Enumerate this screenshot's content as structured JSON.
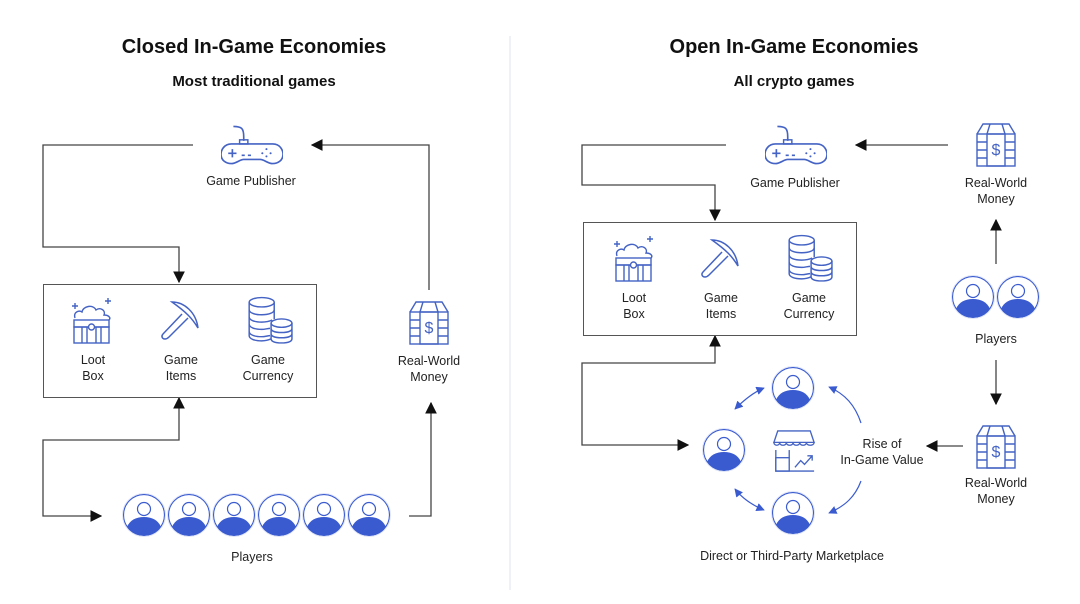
{
  "colors": {
    "accent": "#3a5bd0",
    "icon_stroke": "#4463c4",
    "line": "#444444",
    "divider": "#eef1f8"
  },
  "closed": {
    "title": "Closed In-Game Economies",
    "subtitle": "Most traditional games",
    "publisher_label": "Game Publisher",
    "items": [
      {
        "icon": "loot-box-icon",
        "label_line1": "Loot",
        "label_line2": "Box"
      },
      {
        "icon": "pickaxe-icon",
        "label_line1": "Game",
        "label_line2": "Items"
      },
      {
        "icon": "coins-icon",
        "label_line1": "Game",
        "label_line2": "Currency"
      }
    ],
    "money_label_line1": "Real-World",
    "money_label_line2": "Money",
    "players_label": "Players",
    "player_count": 6
  },
  "open": {
    "title": "Open In-Game Economies",
    "subtitle": "All crypto games",
    "publisher_label": "Game Publisher",
    "items": [
      {
        "icon": "loot-box-icon",
        "label_line1": "Loot",
        "label_line2": "Box"
      },
      {
        "icon": "pickaxe-icon",
        "label_line1": "Game",
        "label_line2": "Items"
      },
      {
        "icon": "coins-icon",
        "label_line1": "Game",
        "label_line2": "Currency"
      }
    ],
    "money_top_label_line1": "Real-World",
    "money_top_label_line2": "Money",
    "players_label": "Players",
    "player_count": 2,
    "money_bottom_label_line1": "Real-World",
    "money_bottom_label_line2": "Money",
    "rise_label_line1": "Rise of",
    "rise_label_line2": "In-Game Value",
    "marketplace_label": "Direct or Third-Party Marketplace"
  }
}
